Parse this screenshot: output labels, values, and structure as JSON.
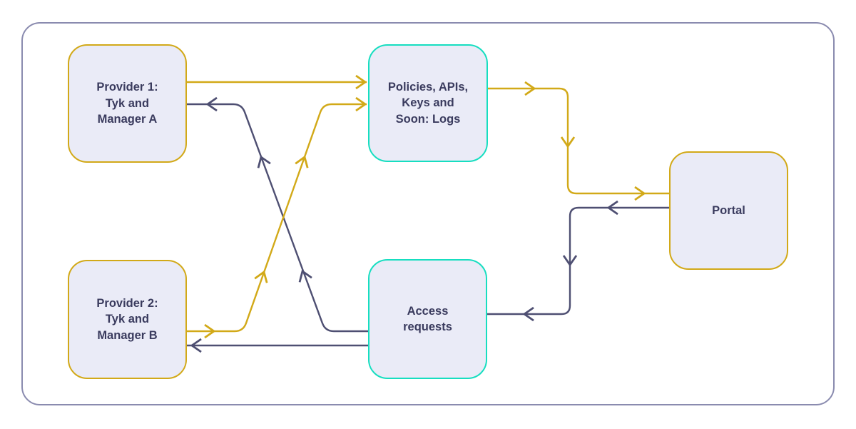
{
  "diagram": {
    "nodes": {
      "provider1": {
        "label": "Provider 1:\nTyk and\nManager A",
        "border_color": "#D2A918",
        "fill": "#EAEBF7"
      },
      "provider2": {
        "label": "Provider 2:\nTyk and\nManager B",
        "border_color": "#D2A918",
        "fill": "#EAEBF7"
      },
      "policies": {
        "label": "Policies, APIs,\nKeys and\nSoon: Logs",
        "border_color": "#16DEC0",
        "fill": "#EAEBF7"
      },
      "access": {
        "label": "Access\nrequests",
        "border_color": "#16DEC0",
        "fill": "#EAEBF7"
      },
      "portal": {
        "label": "Portal",
        "border_color": "#D2A918",
        "fill": "#EAEBF7"
      }
    },
    "edges": [
      {
        "from": "provider-1",
        "to": "policies-apis-keys",
        "color": "#D2A918"
      },
      {
        "from": "provider-2",
        "to": "policies-apis-keys",
        "color": "#D2A918"
      },
      {
        "from": "policies-apis-keys",
        "to": "portal",
        "color": "#D2A918"
      },
      {
        "from": "access-requests",
        "to": "provider-1",
        "color": "#4E4F72"
      },
      {
        "from": "access-requests",
        "to": "provider-2",
        "color": "#4E4F72"
      },
      {
        "from": "portal",
        "to": "access-requests",
        "color": "#4E4F72"
      }
    ],
    "colors": {
      "background": "#FFFFFF",
      "frame_border": "#8A8BAF",
      "node_fill": "#EAEBF7",
      "node_text": "#3A3B5E",
      "gold": "#D2A918",
      "dark": "#4E4F72",
      "teal": "#16DEC0"
    }
  }
}
